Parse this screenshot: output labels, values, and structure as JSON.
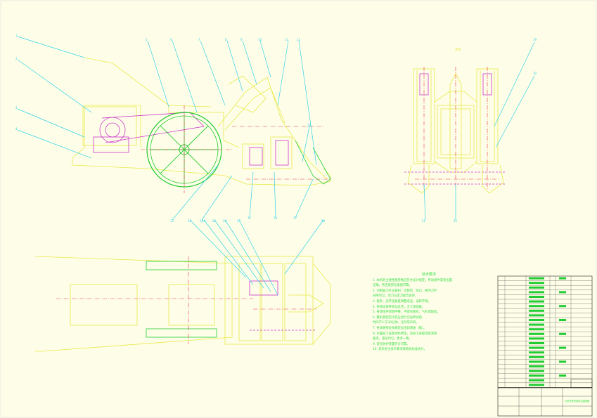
{
  "colors": {
    "background": "#fefee8",
    "outline": "#e8e84a",
    "leader": "#33d0e8",
    "hidden": "#cc33cc",
    "centerline": "#ee3344",
    "component": "#22cc33",
    "annotation": "#33dd44"
  },
  "views": {
    "front_view": {
      "callouts": [
        "1",
        "2",
        "3",
        "4",
        "5",
        "6",
        "7",
        "8",
        "9",
        "10",
        "11",
        "12",
        "13",
        "14",
        "15",
        "16",
        "17",
        "18"
      ]
    },
    "side_view": {
      "label": "A向",
      "callouts": [
        "19",
        "20",
        "21",
        "22"
      ]
    },
    "plan_view": {
      "callouts": [
        "23",
        "24",
        "25",
        "26",
        "27",
        "28"
      ]
    }
  },
  "technical_notes": {
    "title": "技术要求",
    "lines": [
      "1. 本机的主要性能参数应符合设计规定，传动部件安装位置",
      "   正确，各连接部位紧固可靠。",
      "2. 切割器刀片应锋利，无裂纹、缺口，相邻刀片",
      "   间隙均匀，动刀与定刀配合良好。",
      "3. 链条、皮带张紧度调整适当，运转平稳。",
      "   ",
      "4. 各转动部件转动灵活，无卡滞现象。",
      "5. 各焊接件焊缝平整，不得有裂纹、气孔等缺陷。",
      "6. 整机装配完毕后应进行空运转试验，",
      "   时间不少于30分钟，无异常声响。",
      "7. 各润滑部位按规定加注润滑油（脂）。",
      "8. 外露加工表面涂防锈漆，非加工表面涂底漆和",
      "   面漆，漆层均匀，色泽一致。",
      "9. 安全防护装置齐全可靠。",
      "10. 其余未注技术要求按相关标准执行。",
      "   "
    ]
  },
  "parts_list": {
    "rows": 24
  },
  "title_block": {
    "drawing_title": "小型甘蔗收割机总装配图"
  }
}
